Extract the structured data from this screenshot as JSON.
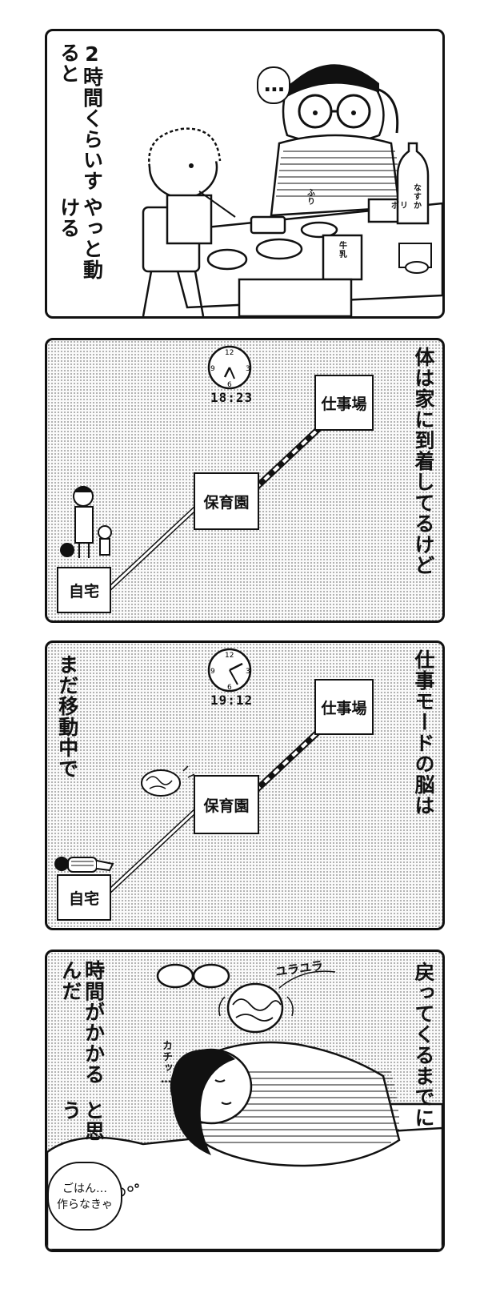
{
  "panel1": {
    "narration": [
      "2時間くらいすると",
      "やっと動ける"
    ],
    "speech": "…",
    "bottle_label": "なすか",
    "tray_label": "ポリ",
    "packet_label": "ふり",
    "milk_label": "牛乳"
  },
  "panel2": {
    "narration": [
      "体は家に到着してるけど"
    ],
    "clock_time": "18:23",
    "locations": {
      "home": "自宅",
      "daycare": "保育園",
      "work": "仕事場"
    }
  },
  "panel3": {
    "narration_right": [
      "仕事モードの脳は"
    ],
    "narration_left": [
      "まだ移動中で"
    ],
    "clock_time": "19:12",
    "locations": {
      "home": "自宅",
      "daycare": "保育園",
      "work": "仕事場"
    }
  },
  "panel4": {
    "narration_right": [
      "戻ってくるまでに"
    ],
    "narration_left": [
      "時間がかかるんだ",
      "と思う"
    ],
    "sfx_wobble": "ユラユラ",
    "sfx_tick": "カチッ…",
    "thought": [
      "ごはん…",
      "作らなきゃ"
    ]
  }
}
